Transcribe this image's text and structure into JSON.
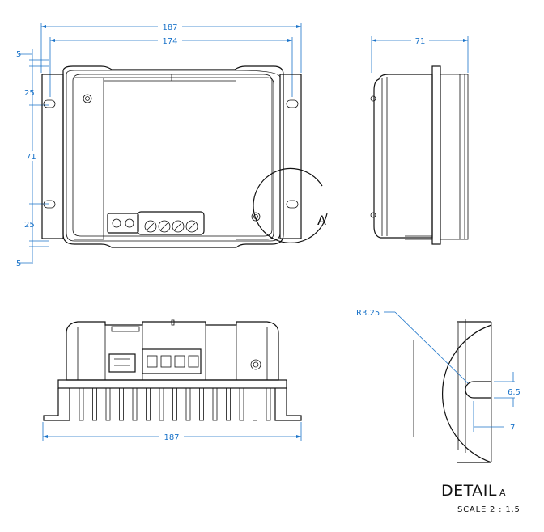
{
  "front_view": {
    "dim_overall_width": "187",
    "dim_hole_spacing": "174",
    "dim_top_offset": "5",
    "dim_top_to_hole": "25",
    "dim_hole_vertical": "71",
    "dim_bottom_to_hole": "25",
    "dim_bottom_offset": "5",
    "detail_marker": "A"
  },
  "side_view": {
    "dim_depth": "71"
  },
  "bottom_view": {
    "dim_overall_width": "187"
  },
  "detail_view": {
    "dim_radius": "R3.25",
    "dim_slot_width": "6.5",
    "dim_slot_depth": "7",
    "title": "DETAIL",
    "title_letter": "A",
    "scale": "SCALE 2 : 1.5"
  }
}
